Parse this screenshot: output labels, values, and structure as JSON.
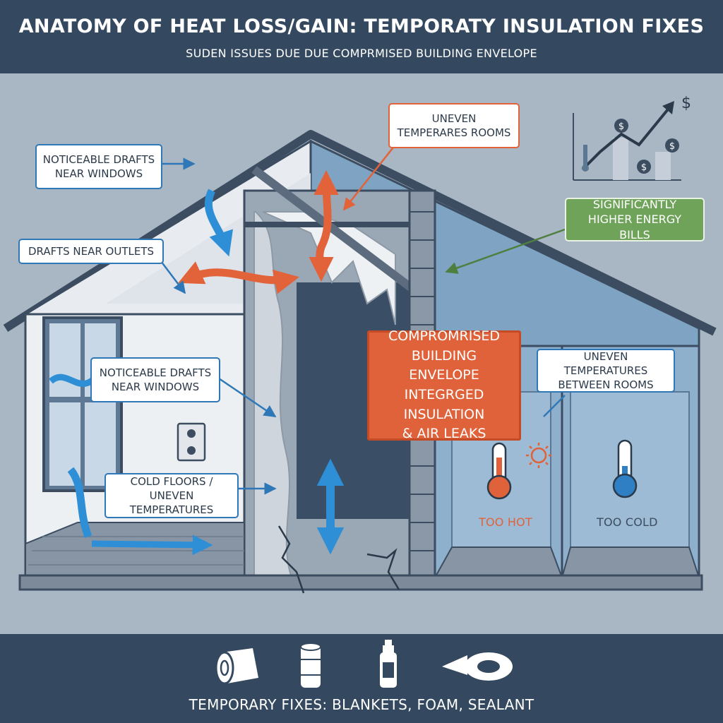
{
  "header": {
    "title": "ANATOMY OF HEAT LOSS/GAIN: TEMPORATY INSULATION FIXES",
    "subtitle": "SUDEN ISSUES DUE DUE COMPRMISED BUILDING ENVELOPE"
  },
  "callouts": {
    "uneven_rooms": "UNEVEN\nTEMPERARES ROOMS",
    "drafts_windows_top": "NOTICEABLE DRAFTS\nNEAR WINDOWS",
    "drafts_outlets": "DRAFTS NEAR OUTLETS",
    "energy_bills": "SIGNIFICANTLY\nHIGHER ENERGY BILLS",
    "envelope": "COMPROMRISED\nBUILDING ENVELOPE\nINTEGRGED\nINSULATION\n& AIR LEAKS",
    "uneven_between": "UNEVEN TEMPERATURES\nBETWEEN ROOMS",
    "drafts_windows_mid": "NOTICEABLE DRAFTS\nNEAR WINDOWS",
    "cold_floors": "COLD FLOORS /\nUNEVEN TEMPERATURES"
  },
  "rooms": {
    "hot_label": "TOO HOT",
    "cold_label": "TOO COLD"
  },
  "footer": {
    "caption": "TEMPORARY FIXES: BLANKETS, FOAM, SEALANT"
  },
  "icons": {
    "tools": [
      "insulation-roll-icon",
      "foam-can-icon",
      "spray-bottle-icon",
      "tape-roll-icon"
    ],
    "chart": "rising-cost-chart-icon",
    "thermometers": [
      "hot-thermometer-icon",
      "cold-thermometer-icon"
    ]
  },
  "colors": {
    "navy": "#34495f",
    "background": "#a9b6c4",
    "blue_arrow": "#2f8fd6",
    "orange_arrow": "#e2633a",
    "green": "#6fa35a",
    "hot": "#e0623a",
    "cold": "#2f7fc4"
  }
}
